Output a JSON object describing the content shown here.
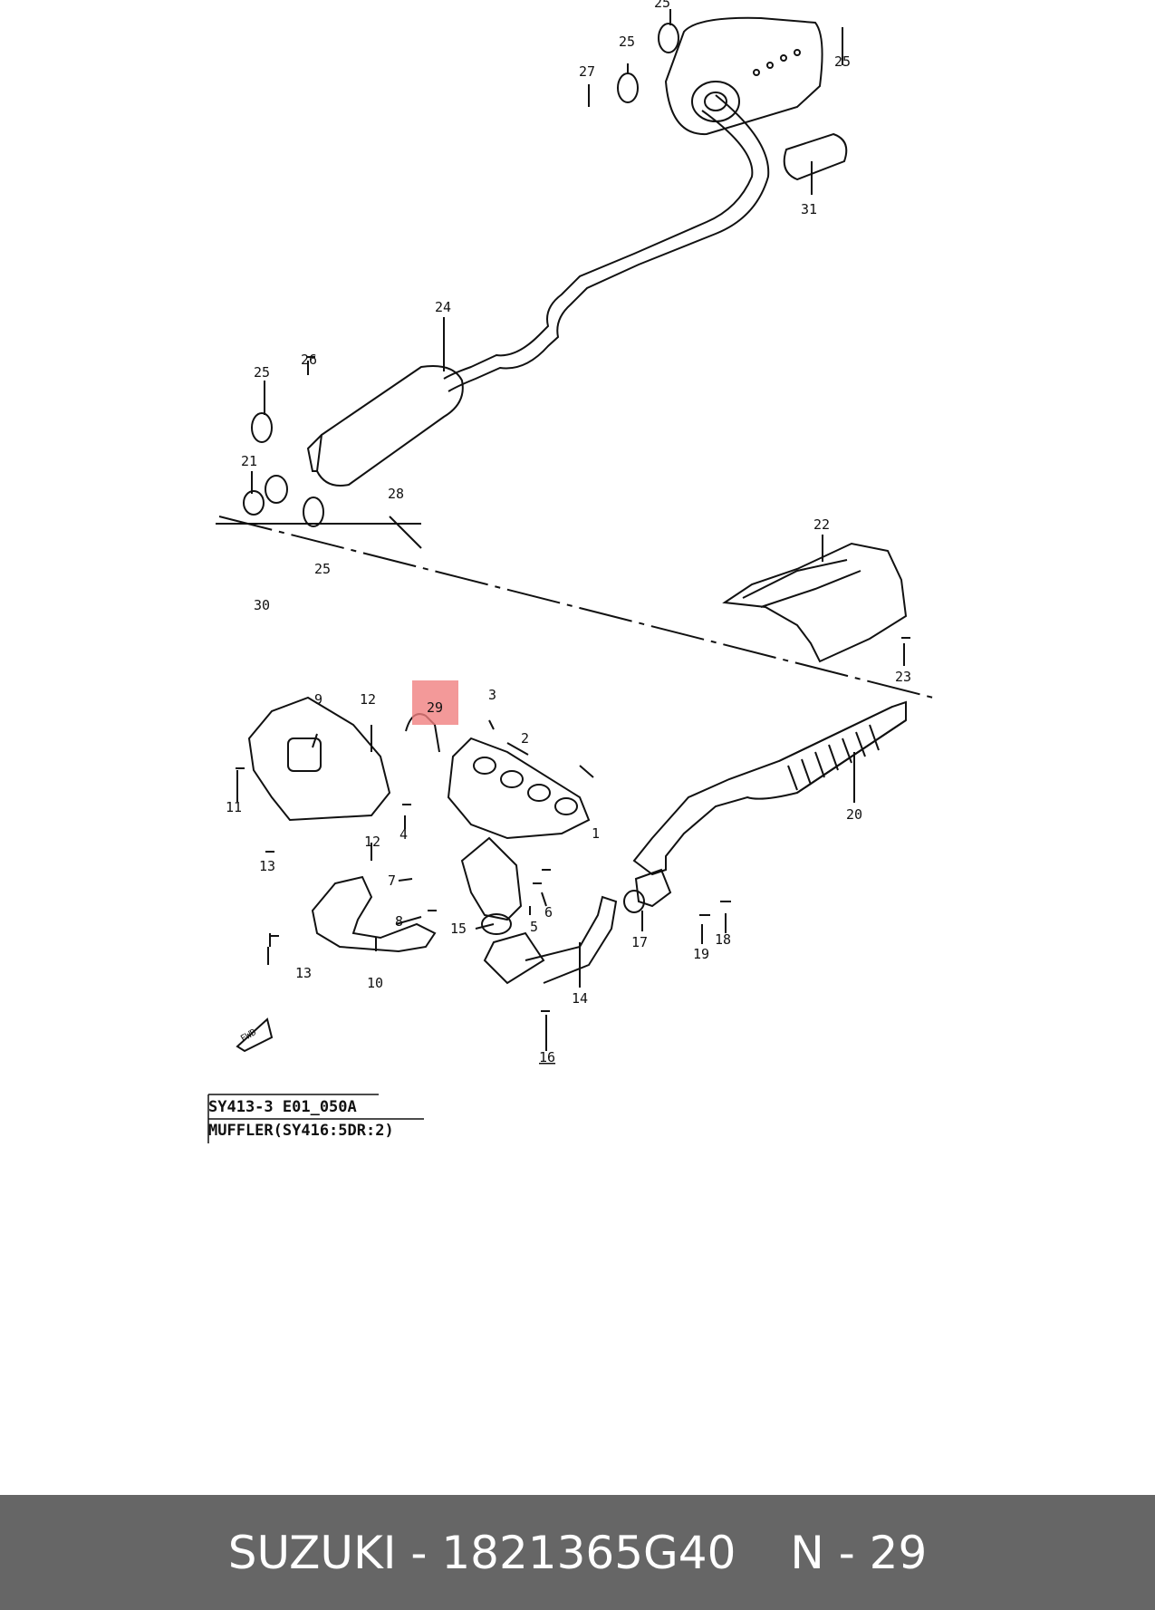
{
  "diagram": {
    "callouts": [
      "1",
      "2",
      "3",
      "4",
      "5",
      "6",
      "7",
      "8",
      "9",
      "10",
      "11",
      "12",
      "12",
      "13",
      "13",
      "14",
      "15",
      "16",
      "17",
      "18",
      "19",
      "20",
      "21",
      "22",
      "23",
      "24",
      "25",
      "25",
      "25",
      "25",
      "26",
      "27",
      "28",
      "29",
      "30",
      "31"
    ],
    "highlighted_callout": "29",
    "caption_code": "SY413-3 E01_050A",
    "caption_description": "MUFFLER(SY416:5DR:2)",
    "fwd_label": "FWD",
    "highlight_color": "#f08080"
  },
  "footer": {
    "brand_part": "SUZUKI - 1821365G40",
    "position_label": "N - 29",
    "background": "#666666"
  }
}
